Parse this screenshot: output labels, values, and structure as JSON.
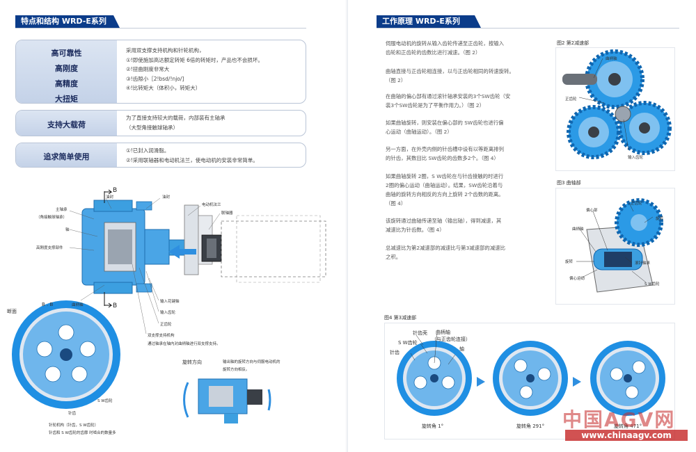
{
  "left": {
    "header": "特点和结构 WRD-E系列",
    "features": [
      {
        "labels": [
          "高可靠性",
          "高刚度",
          "高精度",
          "大扭矩"
        ],
        "lines": [
          "采用双支撑支持机构和针轮机构，",
          "①!即使施加高达额定转矩 6倍的转矩时，产品也不会损坏。",
          "②!扭曲刚度非常大",
          "③!齿隙小［2!bsd/!njo/]",
          "④!比转矩大（体积小，转矩大）"
        ]
      },
      {
        "labels": [
          "支持大载荷"
        ],
        "lines": [
          "为了直接支持较大的载荷，内部装有主轴承",
          "（大型角接触球轴承）"
        ]
      },
      {
        "labels": [
          "追求简单使用"
        ],
        "lines": [
          "①!已封入润滑脂。",
          "②!采用联轴器和电动机法兰，使电动机的安装非常简单。"
        ]
      }
    ],
    "diagram": {
      "section_marker": "B",
      "callouts": {
        "oil_seal_left": "油封",
        "oil_seal_right": "油封",
        "motor_flange": "电动机法兰",
        "coupling": "联轴器",
        "main_bearing": "主轴承",
        "main_bearing_sub": "（角接触球轴承）",
        "shaft": "轴",
        "high_rigidity_support": "高刚度支撑部件",
        "crankshaft": "曲柄轴",
        "input_spline_shaft": "输入花键轴",
        "input_gear": "输入齿轮",
        "spur_gear": "正齿轮",
        "double_support": "双支撑支持机构",
        "double_support_note": "通过轴承在轴内对曲柄轴进行双支撑支持。"
      },
      "section_label": "B . B",
      "section_title": "断面",
      "sw_gear": "S W齿轮",
      "pin_tooth": "针齿",
      "pin_wheel": "针轮机构（针齿，S W齿轮）",
      "pin_wheel_note": "针齿和 S W齿轮的齿廓 时啮合的数量多",
      "rotation_title": "旋转方向",
      "rotation_note_line1": "输出轴的旋转方向与伺服电动机的",
      "rotation_note_line2": "旋转方向相反。"
    }
  },
  "right": {
    "header": "工作原理 WRD-E系列",
    "paragraphs": [
      [
        "伺服电动机的旋转从输入齿轮传递至正齿轮，按输入",
        "齿轮和正齿轮的齿数比进行减速。（图 2）"
      ],
      [
        "曲轴直接与正齿轮相连接，以与正齿轮相同的转速旋转。",
        "（图 2）"
      ],
      [
        "在曲轴的偏心部有通过滚针轴承安装的3个SW齿轮（安",
        "装3个SW齿轮是为了平衡作用力。）（图 2）"
      ],
      [
        "如果曲轴旋转，则安装在偏心部的 SW齿轮也进行偏",
        "心运动（曲轴运动）。（图 2）"
      ],
      [
        "另一方面，在外壳内侧的针齿槽中设有以等距离排列",
        "的针齿，其数目比 SW齿轮的齿数多2个。（图 4）"
      ],
      [
        "如果曲轴旋转 2圈，S W齿轮在与针齿接触的时进行",
        "2圈的偏心运动（曲轴运动）。结果，SW齿轮沿着与",
        "曲轴的旋转方向相反的方向上旋转 2个齿数的距离。",
        "（图 4）"
      ],
      [
        "该旋转通过曲轴传递至轴（输出轴），得到减速，其",
        "减速比为针齿数。（图 4）"
      ],
      [
        "总减速比为第2减速部的减速比与第3减速部的减速比",
        "之积。"
      ]
    ],
    "fig2": {
      "title": "图2  第2减速部",
      "crankshaft": "曲柄轴",
      "spur_gear": "正齿轮",
      "input_gear": "输入齿轮"
    },
    "fig3": {
      "title": "图3  曲轴部",
      "eccentric": "偏心部",
      "spur_gear": "正齿轮",
      "crankshaft": "曲柄轴",
      "rotation": "旋转",
      "needle_bearing": "滚针轴承",
      "eccentric_motion": "偏心运动",
      "sw_gear": "S W齿轮"
    },
    "fig4": {
      "title": "图4  第3减速部",
      "pin_housing": "针齿壳",
      "sw_gear": "S W齿轮",
      "pin_tooth": "针齿",
      "crankshaft": "曲柄轴",
      "crankshaft_sub": "（与正齿轮连接）",
      "shaft": "轴",
      "angles": [
        "旋转角 1°",
        "旋转角 291°",
        "旋转角 471°"
      ]
    },
    "watermark": {
      "site_cn": "中国AGV网",
      "url": "www.chinaagv.com"
    }
  },
  "colors": {
    "brand_blue": "#0b3c8a",
    "accent_orange": "#f0a020",
    "part_blue": "#3c9fe0",
    "watermark_red": "#c62828"
  }
}
